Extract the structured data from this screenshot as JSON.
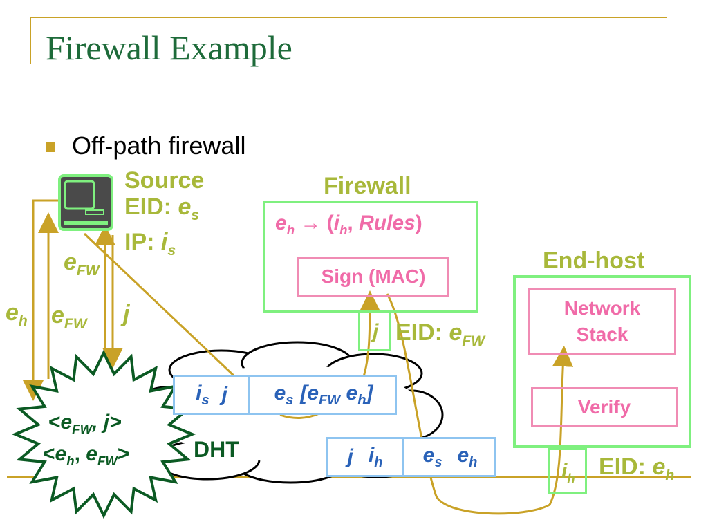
{
  "slide": {
    "title": "Firewall Example",
    "bullet": "Off-path firewall"
  },
  "source": {
    "heading": "Source",
    "eid_label": "EID: ",
    "eid_var": "e",
    "eid_sub": "s",
    "ip_label": "IP: ",
    "ip_var": "i",
    "ip_sub": "s"
  },
  "arrows": {
    "efw_top": {
      "var": "e",
      "sub": "FW"
    },
    "eh_left": {
      "var": "e",
      "sub": "h"
    },
    "efw_mid": {
      "var": "e",
      "sub": "FW"
    },
    "j_label": "j"
  },
  "firewall": {
    "heading": "Firewall",
    "rule_e": "e",
    "rule_e_sub": "h",
    "rule_arrow": "→",
    "rule_open": " (",
    "rule_i": "i",
    "rule_i_sub": "h",
    "rule_comma": ", ",
    "rule_rules": "Rules",
    "rule_close": ")",
    "sign_label": "Sign (MAC)",
    "port_label": "j",
    "eid_label": "EID: ",
    "eid_var": "e",
    "eid_sub": "FW"
  },
  "endhost": {
    "heading": "End-host",
    "network_stack": "Network Stack",
    "verify": "Verify",
    "port_var": "i",
    "port_sub": "h",
    "eid_label": "EID: ",
    "eid_var": "e",
    "eid_sub": "h"
  },
  "dht": {
    "label": "DHT",
    "entry1_open": "<",
    "entry1_var": "e",
    "entry1_sub": "FW",
    "entry1_rest": ", j>",
    "entry2_open": "<",
    "entry2_var1": "e",
    "entry2_sub1": "h",
    "entry2_comma": ", ",
    "entry2_var2": "e",
    "entry2_sub2": "FW",
    "entry2_close": ">"
  },
  "packet1": {
    "c1_var": "i",
    "c1_sub": "s",
    "c1_extra": "j",
    "c2_var": "e",
    "c2_sub": "s",
    "c2_open": "[",
    "c2_var2": "e",
    "c2_sub2": "FW",
    "c2_var3": "e",
    "c2_sub3": "h",
    "c2_close": "]"
  },
  "packet2": {
    "c1_j": "j",
    "c1_var": "i",
    "c1_sub": "h",
    "c2_var": "e",
    "c2_sub": "s",
    "c2_var2": "e",
    "c2_sub2": "h"
  },
  "colors": {
    "title": "#1e6b3a",
    "accent_gold": "#c9a227",
    "label_olive": "#a8b83a",
    "box_green": "#7ff07f",
    "box_pink": "#f08cb4",
    "packet_blue": "#8ec4f0",
    "dht_star": "#0b5a23"
  },
  "icons": {
    "computer": "computer-icon",
    "bullet": "square-bullet-icon",
    "dht_star": "starburst-icon"
  }
}
